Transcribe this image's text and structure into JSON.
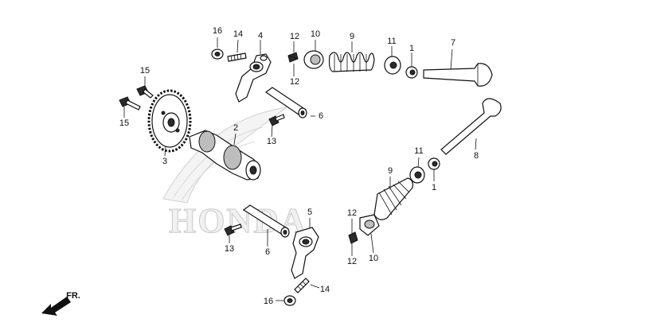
{
  "watermark": {
    "brand": "HONDA"
  },
  "direction": {
    "label": "FR."
  },
  "callouts": [
    {
      "id": "c16a",
      "label": "16"
    },
    {
      "id": "c14a",
      "label": "14"
    },
    {
      "id": "c4",
      "label": "4"
    },
    {
      "id": "c12a",
      "label": "12"
    },
    {
      "id": "c12b",
      "label": "12"
    },
    {
      "id": "c10a",
      "label": "10"
    },
    {
      "id": "c9a",
      "label": "9"
    },
    {
      "id": "c11a",
      "label": "11"
    },
    {
      "id": "c1a",
      "label": "1"
    },
    {
      "id": "c7",
      "label": "7"
    },
    {
      "id": "c15a",
      "label": "15"
    },
    {
      "id": "c15b",
      "label": "15"
    },
    {
      "id": "c6a",
      "label": "6"
    },
    {
      "id": "c2",
      "label": "2"
    },
    {
      "id": "c13a",
      "label": "13"
    },
    {
      "id": "c3",
      "label": "3"
    },
    {
      "id": "c8",
      "label": "8"
    },
    {
      "id": "c11b",
      "label": "11"
    },
    {
      "id": "c1b",
      "label": "1"
    },
    {
      "id": "c9b",
      "label": "9"
    },
    {
      "id": "c5",
      "label": "5"
    },
    {
      "id": "c12c",
      "label": "12"
    },
    {
      "id": "c12d",
      "label": "12"
    },
    {
      "id": "c10b",
      "label": "10"
    },
    {
      "id": "c13b",
      "label": "13"
    },
    {
      "id": "c6b",
      "label": "6"
    },
    {
      "id": "c16b",
      "label": "16"
    },
    {
      "id": "c14b",
      "label": "14"
    }
  ]
}
